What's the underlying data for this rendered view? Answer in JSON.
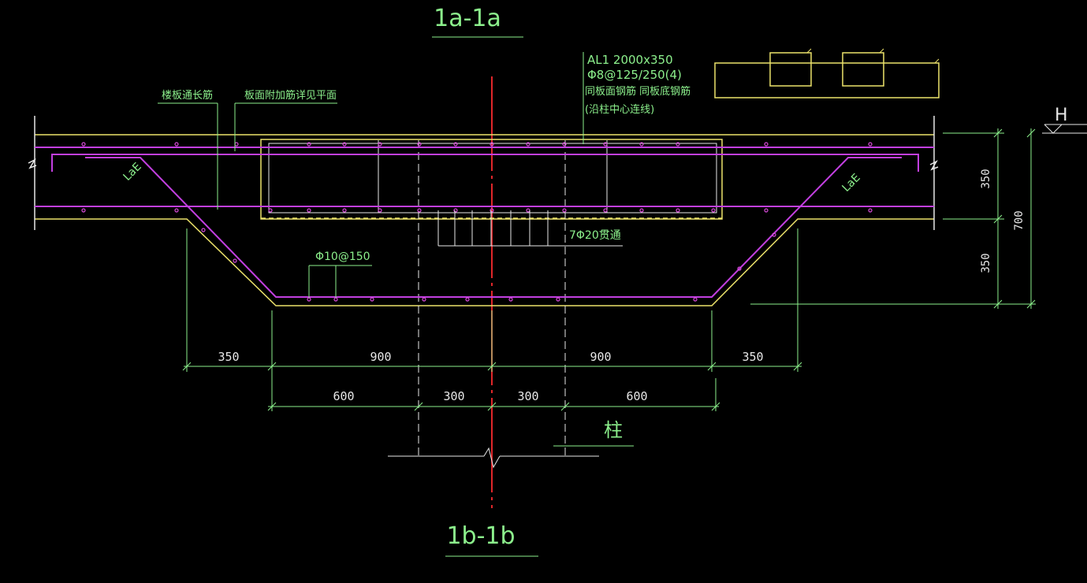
{
  "titles": {
    "top": "1a-1a",
    "bottom": "1b-1b"
  },
  "labels": {
    "slab_through_bar": "楼板通长筋",
    "slab_extra_bar": "板面附加筋详见平面",
    "beam_line1": "AL1 2000x350",
    "beam_line2": "Φ8@125/250(4)",
    "beam_line3": "同板面钢筋 同板底钢筋",
    "beam_line4": "(沿柱中心连线)",
    "stirrup": "Φ10@150",
    "through_bars": "7Φ20贯通",
    "lae_left": "LaE",
    "lae_right": "LaE",
    "elevation": "H",
    "column": "柱"
  },
  "dimensions": {
    "row1": [
      "350",
      "900",
      "900",
      "350"
    ],
    "row2": [
      "600",
      "300",
      "300",
      "600"
    ],
    "vertical": {
      "top": "350",
      "bottom": "350",
      "total": "700"
    }
  },
  "colors": {
    "background": "#000000",
    "outline": "#ece26a",
    "rebar": "#c23fe0",
    "dimension": "#8cf08c",
    "centerline": "#e0262a",
    "rebar_dot": "#d64ad8",
    "white": "#e8e8e8"
  }
}
